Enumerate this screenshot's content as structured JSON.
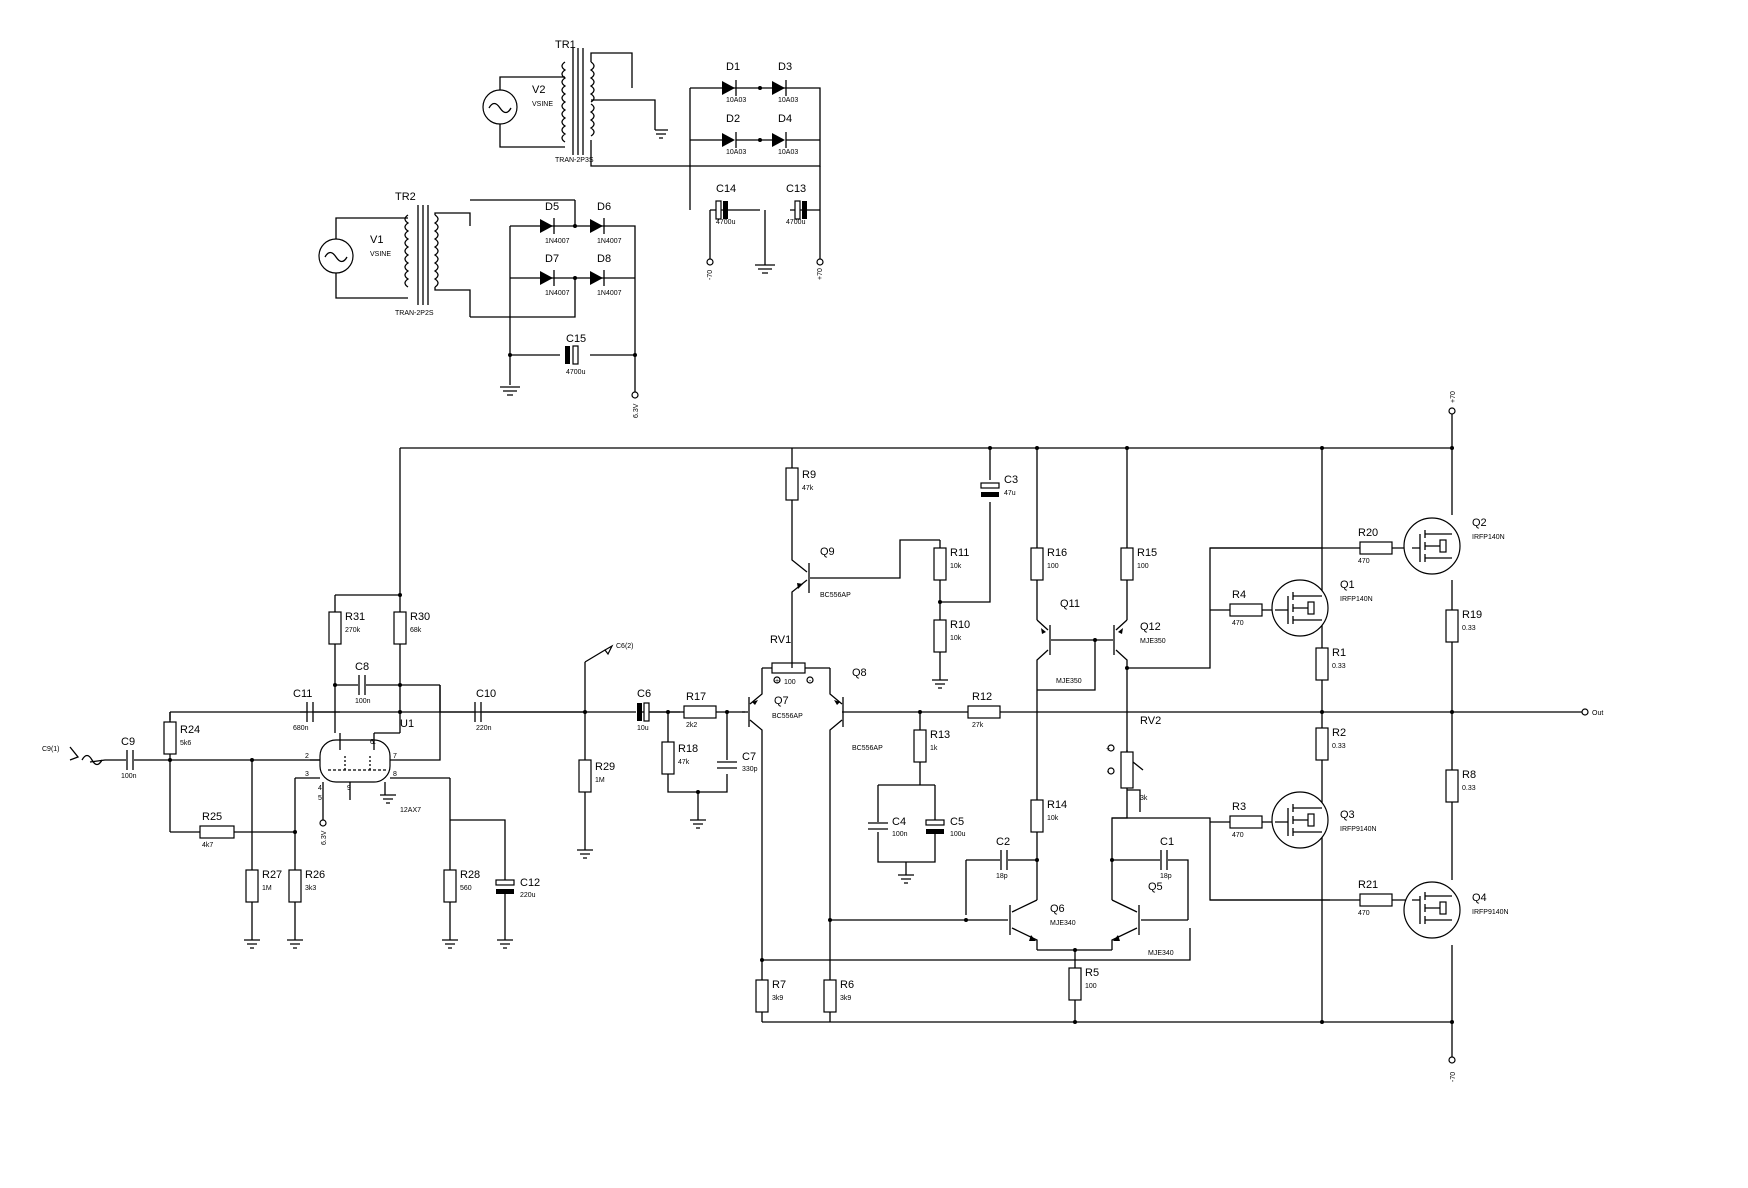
{
  "components": [
    {
      "id": "TR1",
      "value": "TRAN-2P3S"
    },
    {
      "id": "TR2",
      "value": "TRAN-2P2S"
    },
    {
      "id": "V1",
      "value": "VSINE"
    },
    {
      "id": "V2",
      "value": "VSINE"
    },
    {
      "id": "D1",
      "value": "10A03"
    },
    {
      "id": "D2",
      "value": "10A03"
    },
    {
      "id": "D3",
      "value": "10A03"
    },
    {
      "id": "D4",
      "value": "10A03"
    },
    {
      "id": "D5",
      "value": "1N4007"
    },
    {
      "id": "D6",
      "value": "1N4007"
    },
    {
      "id": "D7",
      "value": "1N4007"
    },
    {
      "id": "D8",
      "value": "1N4007"
    },
    {
      "id": "C13",
      "value": "4700u"
    },
    {
      "id": "C14",
      "value": "4700u"
    },
    {
      "id": "C15",
      "value": "4700u"
    },
    {
      "id": "C9",
      "value": "100n"
    },
    {
      "id": "C11",
      "value": "680n"
    },
    {
      "id": "C8",
      "value": "100n"
    },
    {
      "id": "C10",
      "value": "220n"
    },
    {
      "id": "C12",
      "value": "220u"
    },
    {
      "id": "C6",
      "value": "10u"
    },
    {
      "id": "C7",
      "value": "330p"
    },
    {
      "id": "C3",
      "value": "47u"
    },
    {
      "id": "C4",
      "value": "100n"
    },
    {
      "id": "C5",
      "value": "100u"
    },
    {
      "id": "C2",
      "value": "18p"
    },
    {
      "id": "C1",
      "value": "18p"
    },
    {
      "id": "R24",
      "value": "5k6"
    },
    {
      "id": "R25",
      "value": "4k7"
    },
    {
      "id": "R27",
      "value": "1M"
    },
    {
      "id": "R26",
      "value": "3k3"
    },
    {
      "id": "R31",
      "value": "270k"
    },
    {
      "id": "R30",
      "value": "68k"
    },
    {
      "id": "R28",
      "value": "560"
    },
    {
      "id": "R29",
      "value": "1M"
    },
    {
      "id": "R17",
      "value": "2k2"
    },
    {
      "id": "R18",
      "value": "47k"
    },
    {
      "id": "R9",
      "value": "47k"
    },
    {
      "id": "R11",
      "value": "10k"
    },
    {
      "id": "R10",
      "value": "10k"
    },
    {
      "id": "R12",
      "value": "27k"
    },
    {
      "id": "R13",
      "value": "1k"
    },
    {
      "id": "R16",
      "value": "100"
    },
    {
      "id": "R15",
      "value": "100"
    },
    {
      "id": "R14",
      "value": "10k"
    },
    {
      "id": "R5",
      "value": "100"
    },
    {
      "id": "R7",
      "value": "3k9"
    },
    {
      "id": "R6",
      "value": "3k9"
    },
    {
      "id": "R20",
      "value": "470"
    },
    {
      "id": "R4",
      "value": "470"
    },
    {
      "id": "R3",
      "value": "470"
    },
    {
      "id": "R21",
      "value": "470"
    },
    {
      "id": "R1",
      "value": "0.33"
    },
    {
      "id": "R2",
      "value": "0.33"
    },
    {
      "id": "R19",
      "value": "0.33"
    },
    {
      "id": "R8",
      "value": "0.33"
    },
    {
      "id": "RV1",
      "value": "100"
    },
    {
      "id": "RV2",
      "value": "3k"
    },
    {
      "id": "Q9",
      "value": "BC556AP"
    },
    {
      "id": "Q7",
      "value": "BC556AP"
    },
    {
      "id": "Q8",
      "value": "BC556AP"
    },
    {
      "id": "Q11",
      "value": "MJE350"
    },
    {
      "id": "Q12",
      "value": "MJE350"
    },
    {
      "id": "Q6",
      "value": "MJE340"
    },
    {
      "id": "Q5",
      "value": "MJE340"
    },
    {
      "id": "Q1",
      "value": "IRFP140N"
    },
    {
      "id": "Q2",
      "value": "IRFP140N"
    },
    {
      "id": "Q3",
      "value": "IRFP9140N"
    },
    {
      "id": "Q4",
      "value": "IRFP9140N"
    },
    {
      "id": "U1",
      "value": "12AX7"
    }
  ],
  "tube_pins": [
    "1",
    "2",
    "3",
    "4",
    "5",
    "6",
    "7",
    "8",
    "9"
  ],
  "nets": {
    "supply_pos": "+70",
    "supply_neg": "-70",
    "heater": "6.3V",
    "output": "Out",
    "input_source": "C9(1)",
    "probe": "C6(2)",
    "rv2_plus": "+",
    "rv2_minus": "-",
    "rv1_plus": "+",
    "rv1_minus": "-"
  }
}
